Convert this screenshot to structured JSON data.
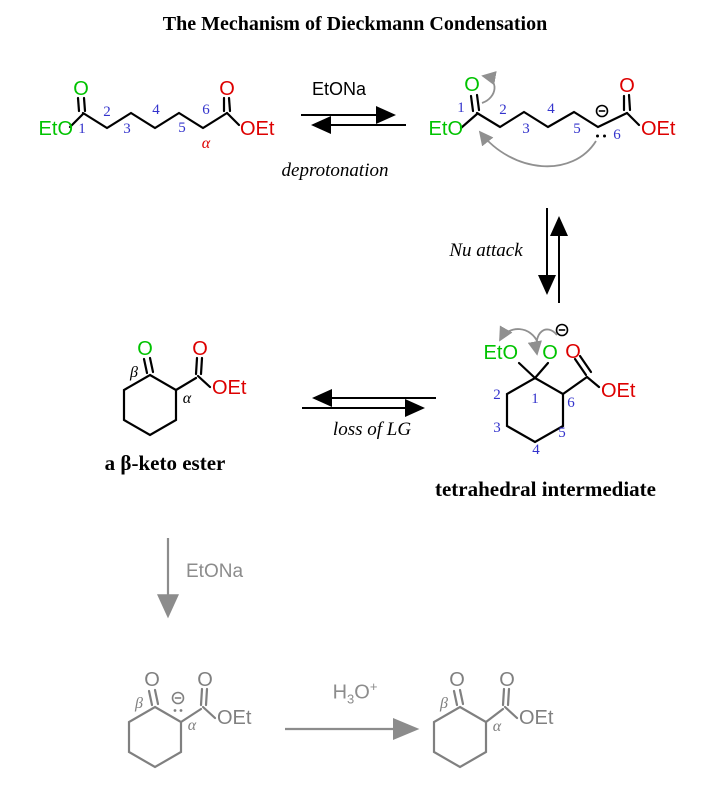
{
  "title": "The Mechanism of Dieckmann Condensation",
  "colors": {
    "ester_oxygen_green": "#00c300",
    "ester_group_red": "#dd0000",
    "numbering_blue": "#3333cc",
    "gray_structures": "#808080",
    "curved_arrow_gray": "#909090",
    "black": "#000000"
  },
  "steps": {
    "deprotonation": {
      "reagent": "EtONa",
      "name": "deprotonation"
    },
    "nu_attack": {
      "name": "Nu attack"
    },
    "loss_of_lg": {
      "name": "loss of LG"
    },
    "enolate_formation": {
      "reagent": "EtONa"
    },
    "protonation": {
      "reagent_h": "H",
      "reagent_sub": "3",
      "reagent_o": "O",
      "reagent_sup": "+"
    }
  },
  "icons": {
    "circled_minus": "minus-charge-icon",
    "lone_pair": "lone-pair-dots",
    "curved_arrow": "electron-pushing-arrow"
  },
  "molecules": {
    "diester": {
      "eto": "EtO",
      "o_left": "O",
      "o_right": "O",
      "oet": "OEt",
      "c1": "1",
      "c2": "2",
      "c3": "3",
      "c4": "4",
      "c5": "5",
      "c6": "6",
      "alpha": "α"
    },
    "ester_enolate": {
      "eto": "EtO",
      "o_left": "O",
      "o_right": "O",
      "oet": "OEt",
      "c1": "1",
      "c2": "2",
      "c3": "3",
      "c4": "4",
      "c5": "5",
      "c6": "6"
    },
    "tetrahedral_intermediate": {
      "eto": "EtO",
      "alkoxide_o": "O",
      "carbonyl_o": "O",
      "oet": "OEt",
      "c1": "1",
      "c2": "2",
      "c3": "3",
      "c4": "4",
      "c5": "5",
      "c6": "6",
      "caption": "tetrahedral intermediate"
    },
    "beta_keto_ester": {
      "ketone_o": "O",
      "carbonyl_o": "O",
      "oet": "OEt",
      "alpha": "α",
      "beta": "β",
      "caption": "a β-keto ester"
    },
    "keto_ester_enolate": {
      "ketone_o": "O",
      "carbonyl_o": "O",
      "oet": "OEt",
      "alpha": "α",
      "beta": "β"
    },
    "product": {
      "ketone_o": "O",
      "carbonyl_o": "O",
      "oet": "OEt",
      "alpha": "α",
      "beta": "β"
    }
  }
}
